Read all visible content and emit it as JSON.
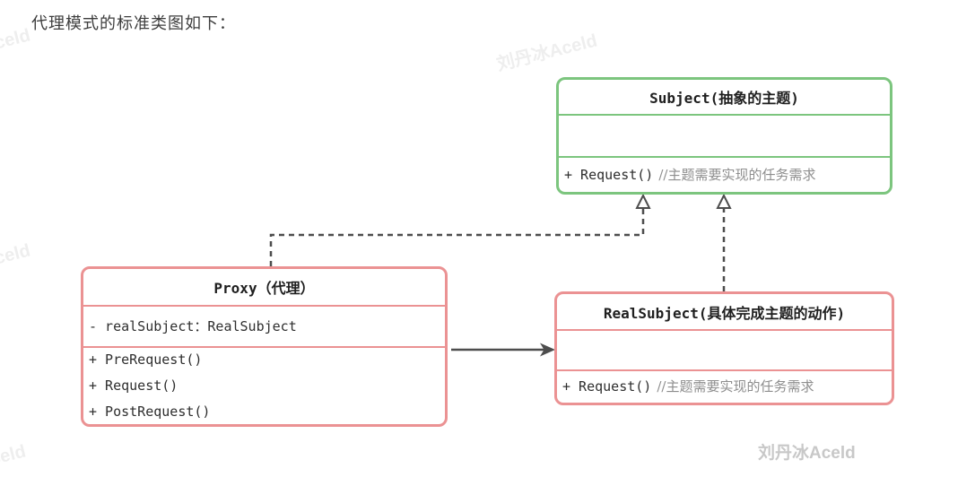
{
  "page": {
    "heading": "代理模式的标准类图如下："
  },
  "classes": {
    "subject": {
      "title": "Subject(抽象的主题)",
      "method_code": "+ Request()",
      "method_comment": "//主题需要实现的任务需求"
    },
    "proxy": {
      "title": "Proxy（代理）",
      "attribute": "- realSubject：RealSubject",
      "method_pre": "+ PreRequest()",
      "method_request": "+ Request()",
      "method_post": "+ PostRequest()"
    },
    "real_subject": {
      "title": "RealSubject(具体完成主题的动作)",
      "method_code": "+ Request()",
      "method_comment": "//主题需要实现的任务需求"
    }
  },
  "relationships": {
    "proxy_to_subject": "dashed-realization-arrow",
    "real_subject_to_subject": "dashed-realization-arrow",
    "proxy_to_real_subject": "solid-association-arrow"
  },
  "watermarks": {
    "signature": "刘丹冰Aceld",
    "tile": "刘丹冰Aceld"
  },
  "colors": {
    "subject_border": "#7cc57e",
    "proxy_border": "#eb9293",
    "real_subject_border": "#eb9293",
    "connector": "#4d4d4d",
    "code_text": "#2e2e2e",
    "comment_text": "#8e8e8e",
    "heading_text": "#3d3d3d",
    "watermark": "#c8c8c8"
  }
}
